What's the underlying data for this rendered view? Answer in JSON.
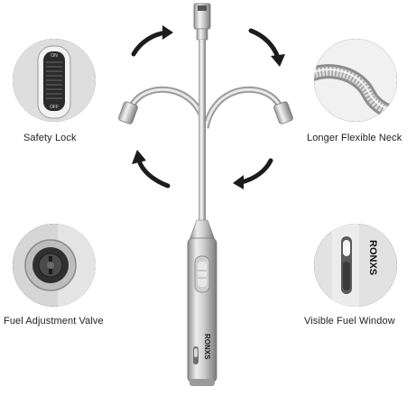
{
  "callouts": {
    "safety_lock": "Safety Lock",
    "flexible_neck": "Longer Flexible Neck",
    "fuel_valve": "Fuel Adjustment Valve",
    "fuel_window": "Visible Fuel Window"
  },
  "switch_marks": {
    "top": "ON",
    "bottom": "OFF"
  },
  "brand": {
    "name": "RONXS"
  },
  "colors": {
    "arrow": "#1c1c1c",
    "steel_light": "#e6e6e6",
    "steel_dark": "#8a8a8a",
    "circle_border": "#2a2a2a"
  }
}
